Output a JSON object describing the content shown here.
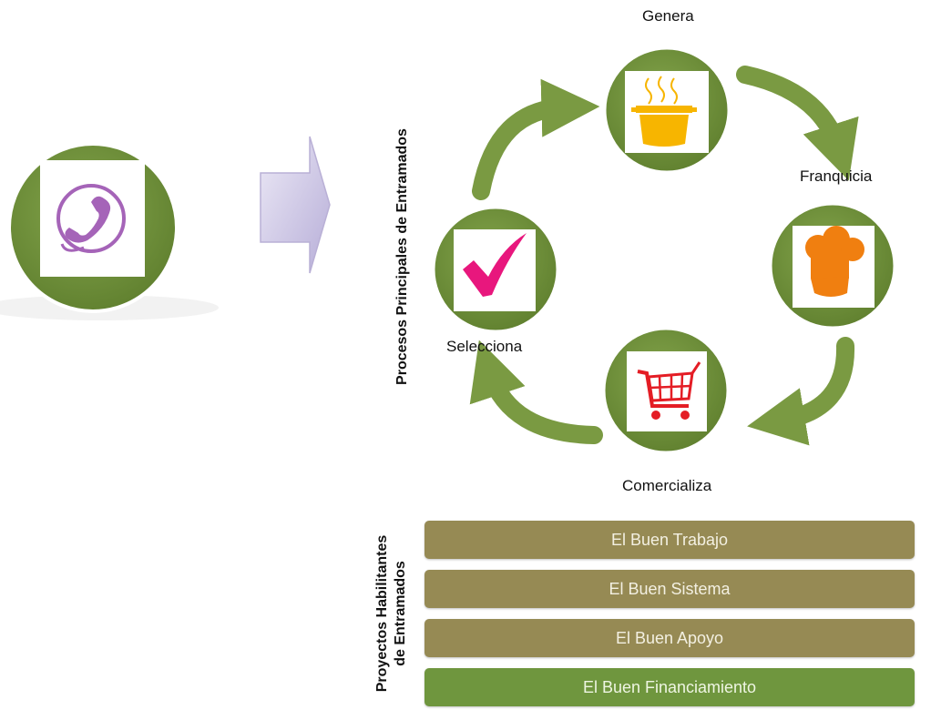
{
  "cycle": {
    "title": "Procesos Principales de Entramados",
    "steps": [
      {
        "label": "Genera",
        "icon": "cooking-pot-icon"
      },
      {
        "label": "Franquicia",
        "icon": "chef-hat-icon"
      },
      {
        "label": "Comercializa",
        "icon": "shopping-cart-icon"
      },
      {
        "label": "Selecciona",
        "icon": "checkmark-icon"
      }
    ]
  },
  "source": {
    "icon": "telephone-icon"
  },
  "enablers": {
    "title_line1": "Proyectos Habilitantes",
    "title_line2": "de Entramados",
    "bars": [
      {
        "label": "El Buen Trabajo"
      },
      {
        "label": "El Buen Sistema"
      },
      {
        "label": "El Buen Apoyo"
      },
      {
        "label": "El Buen Financiamiento"
      }
    ]
  },
  "colors": {
    "circle_green": "#6f8e3a",
    "bar_olive": "#968a54",
    "bar_green": "#6f963e",
    "arrow_green": "#7a9a42",
    "arrow_lavender": "#c9c2e2",
    "phone_purple": "#a564b8",
    "check_magenta": "#e8177d",
    "pot_yellow": "#f7b500",
    "hat_orange": "#f07f10",
    "cart_red": "#e41d25"
  }
}
